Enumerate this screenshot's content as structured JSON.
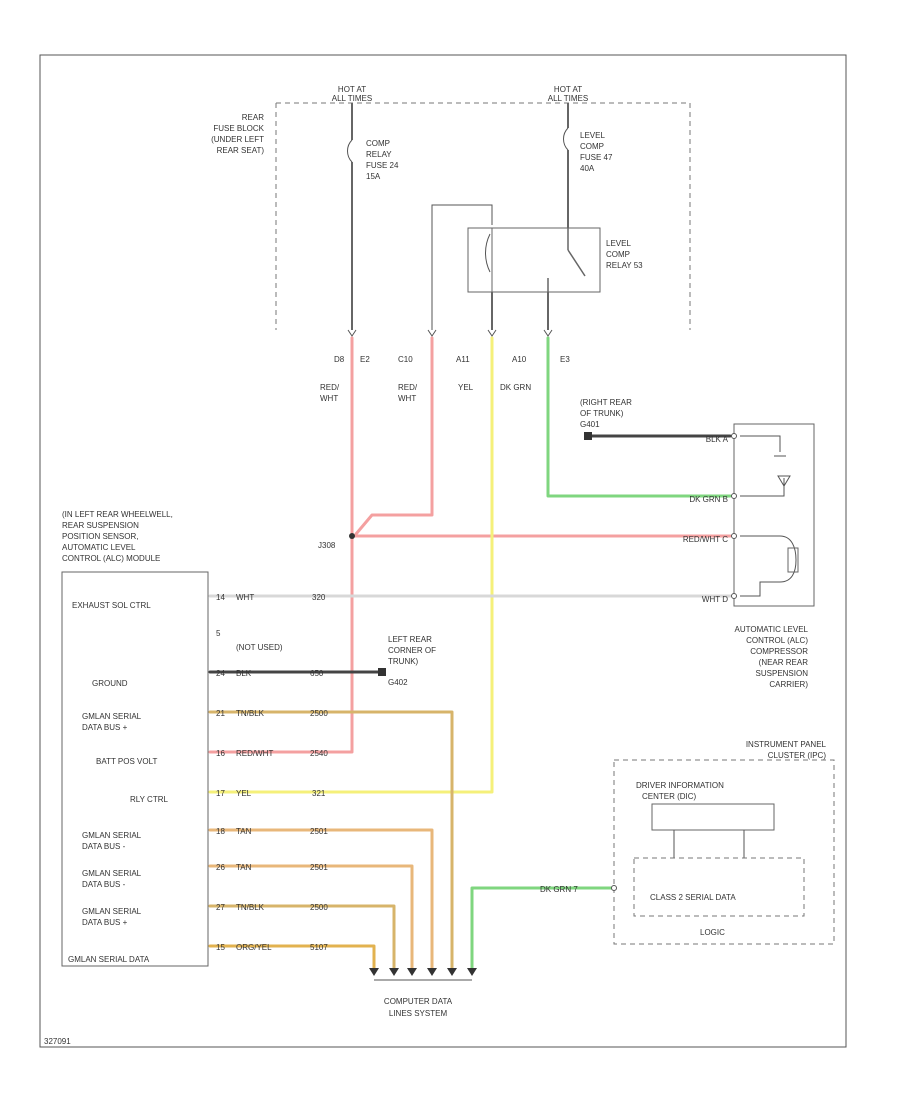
{
  "colors": {
    "red_wht": "#f4a0a0",
    "yel": "#f5f07a",
    "dk_grn": "#7fd67f",
    "tan_blk": "#d7b46a",
    "tan": "#e8b77a",
    "org_yel": "#e2b24f",
    "blk": "#444444",
    "wht": "#d8d8d8",
    "gray_wire": "#888888"
  },
  "hot_labels": {
    "left": [
      "HOT AT",
      "ALL TIMES"
    ],
    "right": [
      "HOT AT",
      "ALL TIMES"
    ]
  },
  "fuse_block": [
    "REAR",
    "FUSE BLOCK",
    "(UNDER LEFT",
    "REAR SEAT)"
  ],
  "fuse_left": [
    "COMP",
    "RELAY",
    "FUSE 24",
    "15A"
  ],
  "fuse_right": [
    "LEVEL",
    "COMP",
    "FUSE 47",
    "40A"
  ],
  "relay_label": [
    "LEVEL",
    "COMP",
    "RELAY 53"
  ],
  "connectors": {
    "d8": "D8",
    "e2": "E2",
    "c10": "C10",
    "a11": "A11",
    "a10": "A10",
    "e3": "E3"
  },
  "wire_top_labels": {
    "w1": [
      "RED/",
      "WHT"
    ],
    "w2": [
      "RED/",
      "WHT"
    ],
    "w3": "YEL",
    "w4": "DK GRN"
  },
  "g_right_trunk": [
    "(RIGHT REAR",
    "OF TRUNK)",
    "G401"
  ],
  "splice": "J308",
  "compressor": {
    "pins": {
      "a": "BLK  A",
      "b": "DK GRN  B",
      "c": "RED/WHT  C",
      "d": "WHT  D"
    },
    "label": [
      "AUTOMATIC LEVEL",
      "CONTROL (ALC)",
      "COMPRESSOR",
      "(NEAR REAR",
      "SUSPENSION",
      "CARRIER)"
    ]
  },
  "module": {
    "desc": [
      "(IN LEFT REAR WHEELWELL,",
      "REAR SUSPENSION",
      "POSITION SENSOR,",
      "AUTOMATIC LEVEL",
      "CONTROL (ALC) MODULE"
    ],
    "rows": [
      {
        "label": "EXHAUST SOL CTRL",
        "pin": "14",
        "wire": "WHT",
        "circuit": "320"
      },
      {
        "label": "",
        "pin": "5",
        "wire": "(NOT USED)",
        "circuit": ""
      },
      {
        "label": "GROUND",
        "pin": "24",
        "wire": "BLK",
        "circuit": "650"
      },
      {
        "label": "GMLAN SERIAL DATA BUS +",
        "pin": "21",
        "wire": "TN/BLK",
        "circuit": "2500"
      },
      {
        "label": "BATT POS VOLT",
        "pin": "16",
        "wire": "RED/WHT",
        "circuit": "2540"
      },
      {
        "label": "RLY CTRL",
        "pin": "17",
        "wire": "YEL",
        "circuit": "321"
      },
      {
        "label": "GMLAN SERIAL DATA BUS -",
        "pin": "18",
        "wire": "TAN",
        "circuit": "2501"
      },
      {
        "label": "GMLAN SERIAL DATA BUS -",
        "pin": "26",
        "wire": "TAN",
        "circuit": "2501"
      },
      {
        "label": "GMLAN SERIAL DATA BUS +",
        "pin": "27",
        "wire": "TN/BLK",
        "circuit": "2500"
      },
      {
        "label": "GMLAN SERIAL DATA",
        "pin": "15",
        "wire": "ORG/YEL",
        "circuit": "5107"
      }
    ]
  },
  "g_left_trunk": [
    "LEFT REAR",
    "CORNER OF",
    "TRUNK)",
    "G402"
  ],
  "ipc": {
    "title": [
      "INSTRUMENT PANEL",
      "CLUSTER (IPC)"
    ],
    "dic": [
      "DRIVER INFORMATION",
      "CENTER (DIC)"
    ],
    "class2": "CLASS 2 SERIAL DATA",
    "logic": "LOGIC",
    "wire": "DK GRN  7"
  },
  "computer_data": [
    "COMPUTER DATA",
    "LINES SYSTEM"
  ],
  "footer_code": "327091"
}
